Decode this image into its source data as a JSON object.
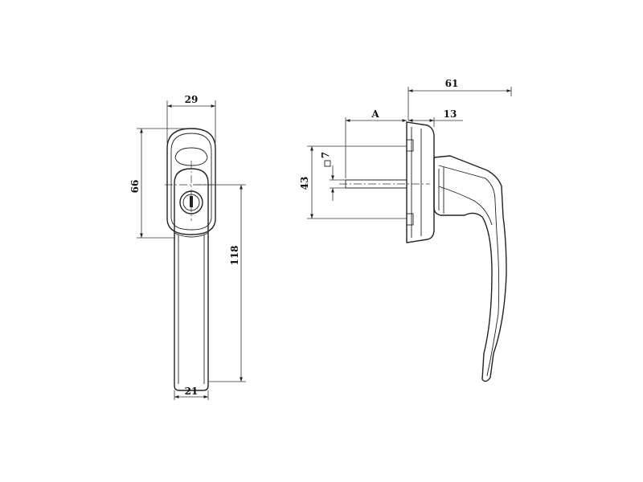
{
  "front_view": {
    "width_top": "29",
    "height_rosette": "66",
    "length_total": "118",
    "width_bottom": "21"
  },
  "side_view": {
    "depth_total": "61",
    "spindle_length": "A",
    "rosette_depth": "13",
    "screw_spacing": "43",
    "spindle_square": "7"
  }
}
